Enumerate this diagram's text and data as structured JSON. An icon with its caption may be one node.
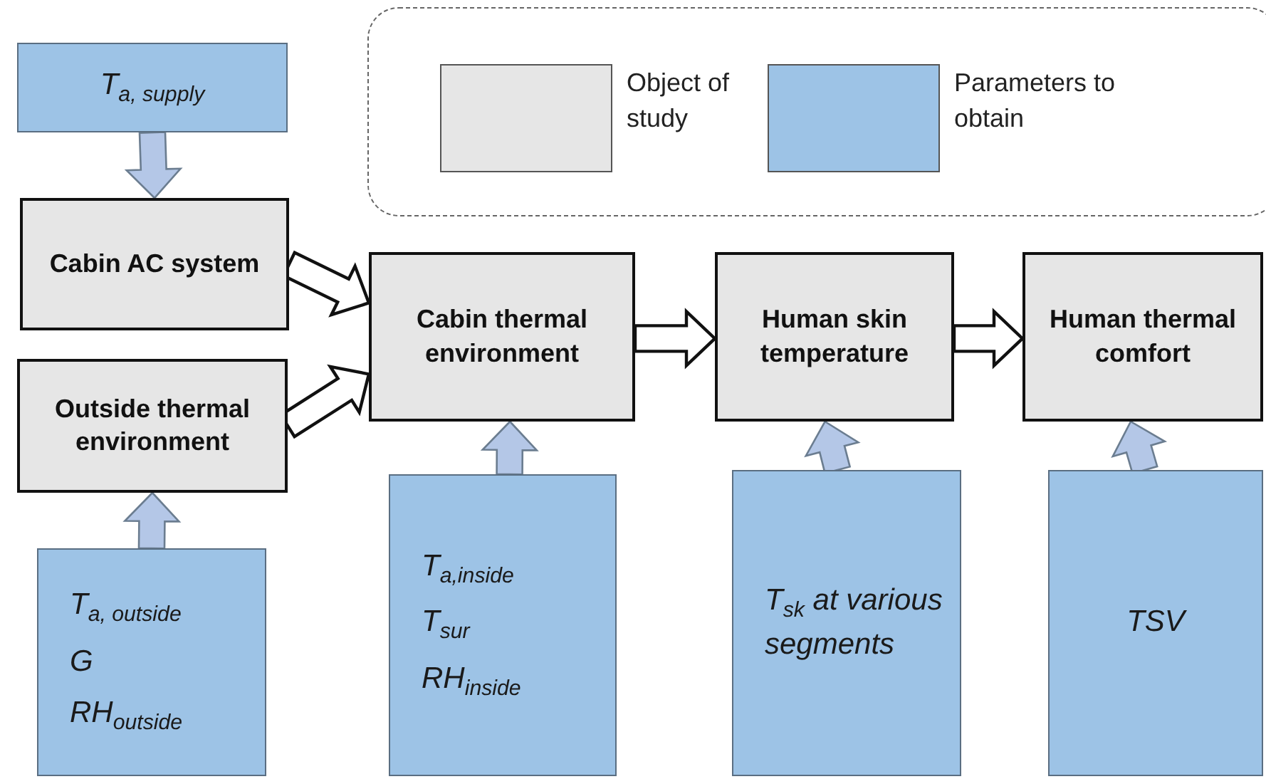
{
  "diagram": {
    "nodes": [
      {
        "text": [
          "T$_{a, supply}$"
        ]
      },
      {
        "text": [
          "Cabin AC system"
        ]
      },
      {
        "text": [
          "Outside thermal environment"
        ]
      },
      {
        "text": [
          "Cabin thermal environment"
        ]
      },
      {
        "text": [
          "Human skin temperature"
        ]
      },
      {
        "text": [
          "Human thermal comfort"
        ]
      },
      {
        "text": [
          "T$_{a, outside}$",
          "G",
          "RH$_{outside}$"
        ]
      },
      {
        "text": [
          "T$_{a,inside}$",
          "T$_{sur}$",
          "RH$_{inside}$"
        ]
      },
      {
        "text": [
          "T$_{sk}$ at various segments"
        ]
      },
      {
        "text": [
          "TSV"
        ]
      }
    ],
    "edges": [
      {
        "from": 0,
        "to": 1,
        "arrow": "to"
      },
      {
        "from": 1,
        "to": 3,
        "arrow": "to",
        "color": "#ffffff"
      },
      {
        "from": 2,
        "to": 3,
        "arrow": "to",
        "color": "#ffffff"
      },
      {
        "from": 3,
        "to": 4,
        "arrow": "to",
        "color": "#ffffff"
      },
      {
        "from": 4,
        "to": 5,
        "arrow": "to",
        "color": "#ffffff"
      },
      {
        "from": 6,
        "to": 2,
        "arrow": "to"
      },
      {
        "from": 7,
        "to": 3,
        "arrow": "to"
      },
      {
        "from": 8,
        "to": 4,
        "arrow": "to"
      },
      {
        "from": 9,
        "to": 5,
        "arrow": "to"
      }
    ],
    "legend": [
      {
        "text": "Object of study",
        "color": "#e6e6e6"
      },
      {
        "text": "Parameters to obtain",
        "color": "#9dc3e6"
      }
    ]
  }
}
